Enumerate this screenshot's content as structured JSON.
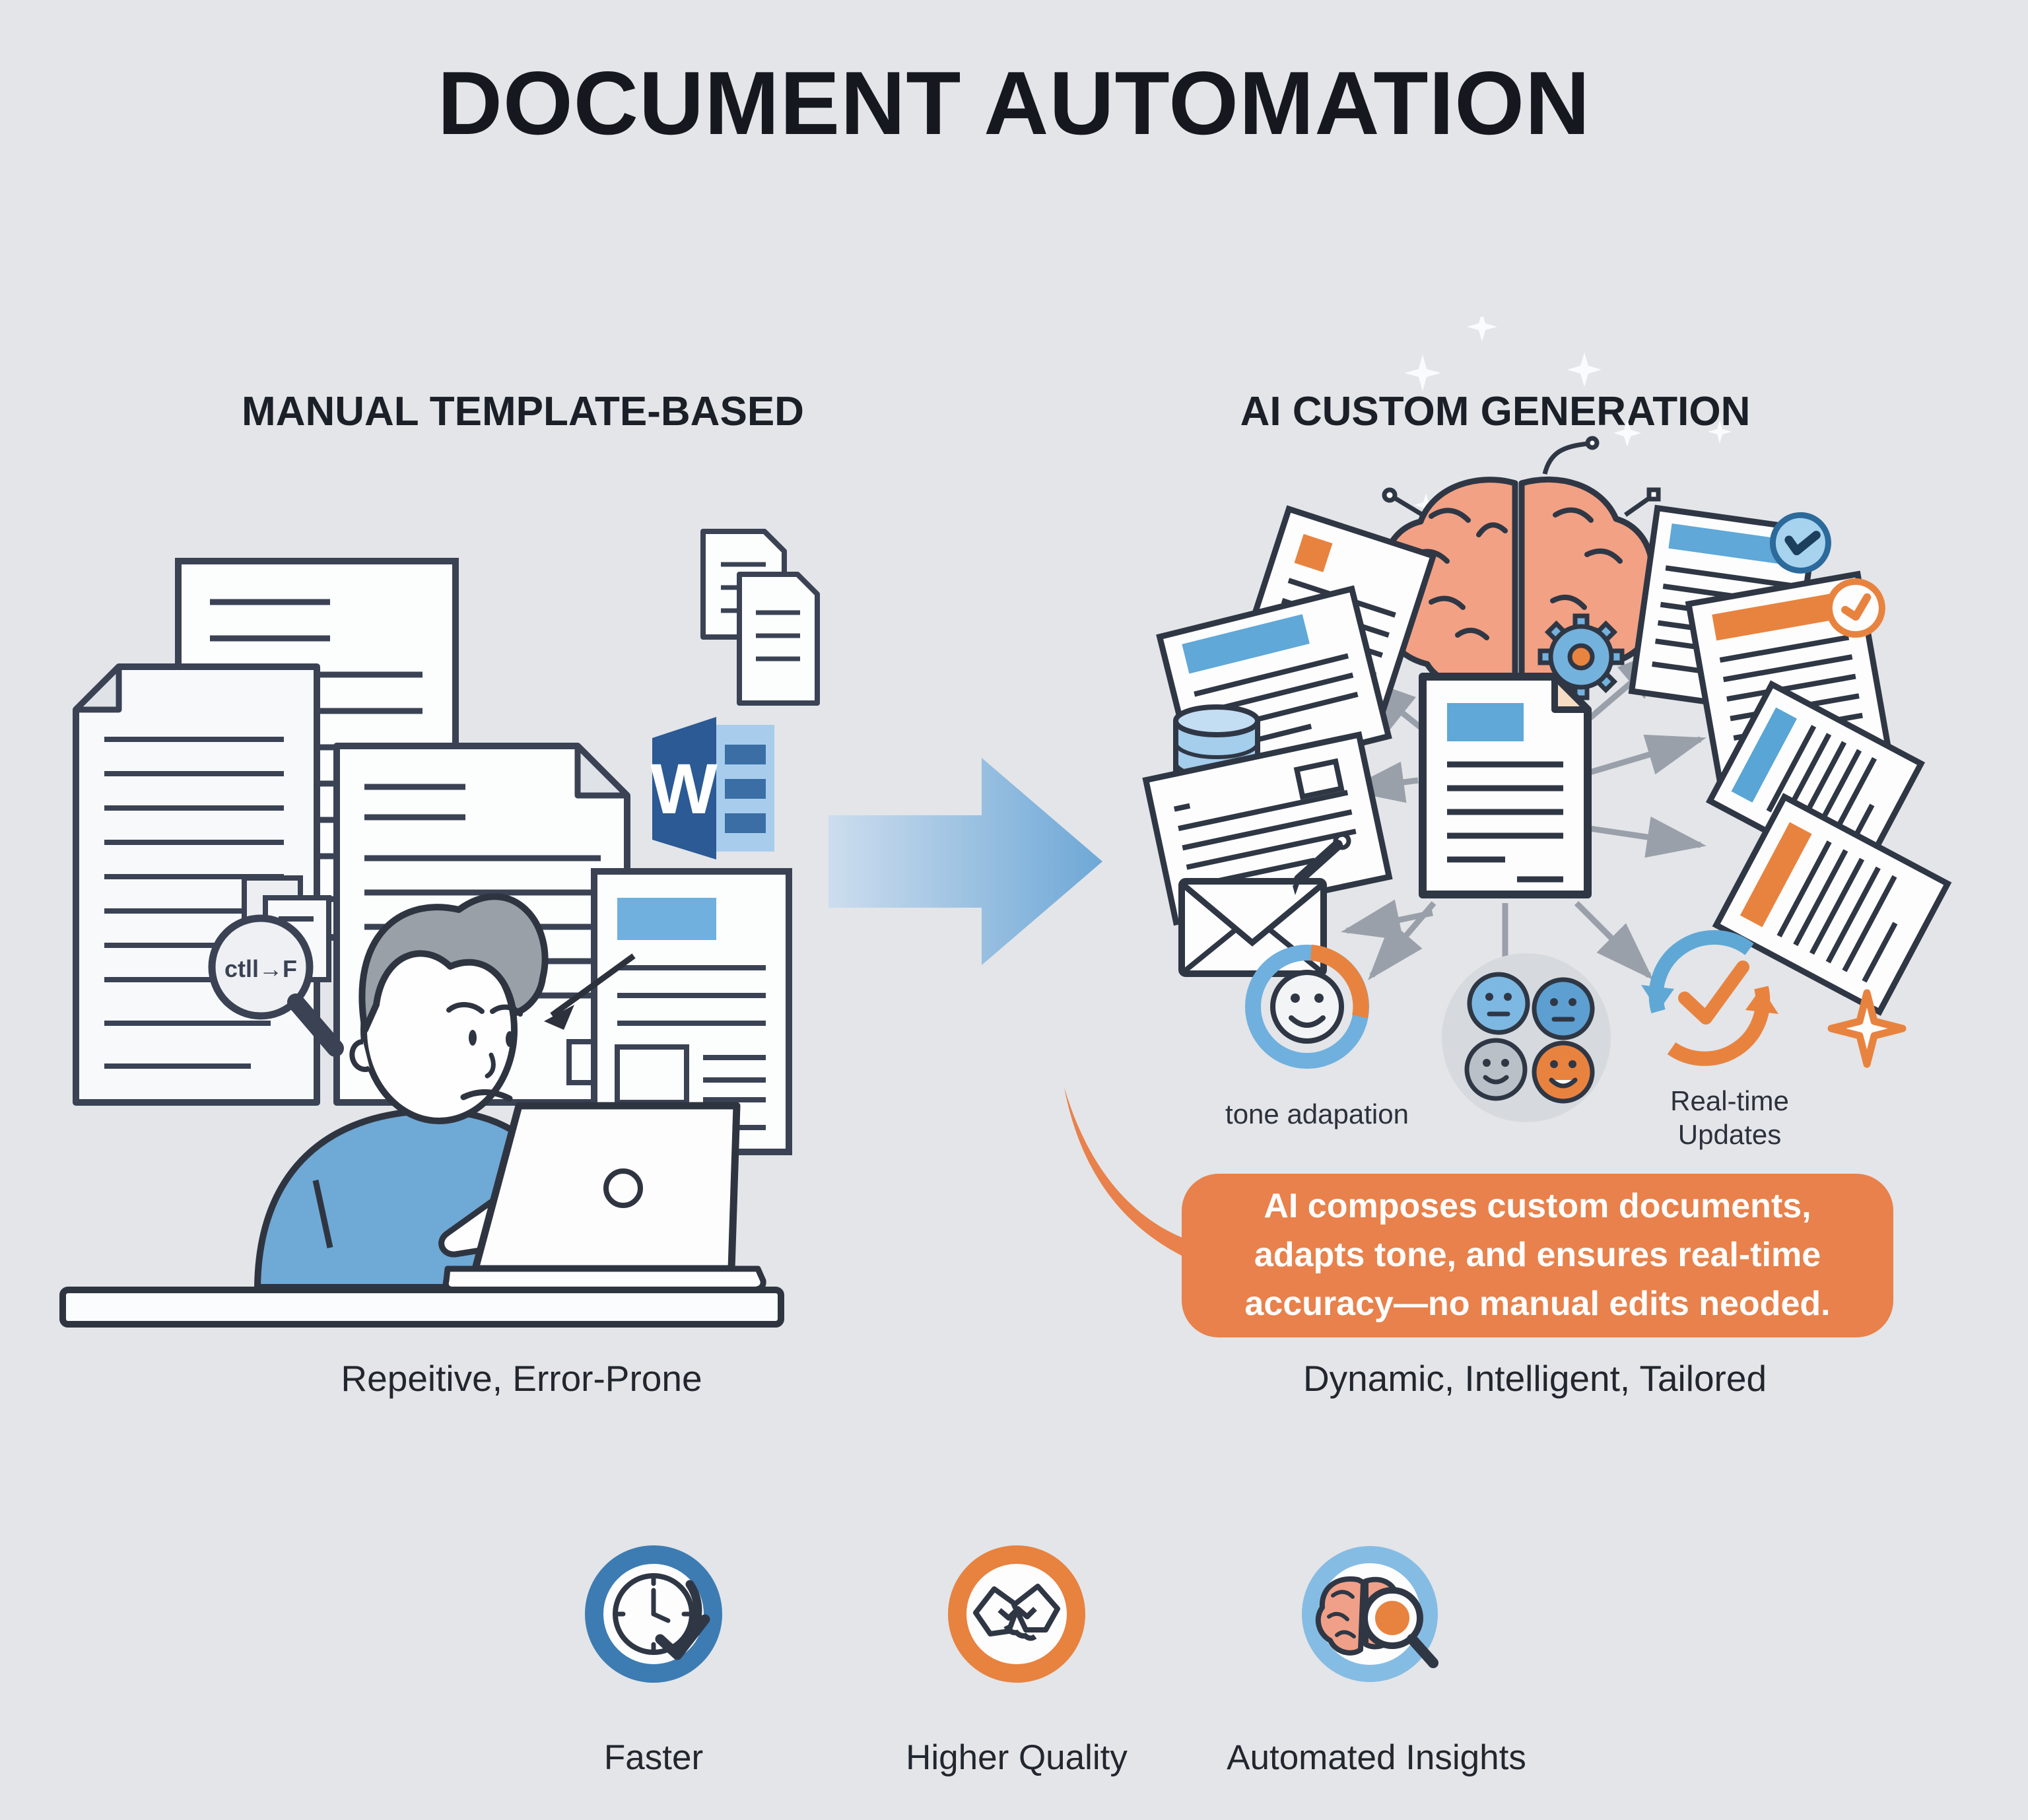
{
  "title": "DOCUMENT AUTOMATION",
  "left_section": {
    "heading": "MANUAL TEMPLATE-BASED",
    "caption": "Repeitive, Error-Prone",
    "word_icon_letter": "W",
    "search_shortcut": "ctll→F"
  },
  "right_section": {
    "heading": "AI CUSTOM GENERATION",
    "caption": "Dynamic, Intelligent, Tailored",
    "labels": {
      "tone": "tone adapation",
      "realtime_line1": "Real-time",
      "realtime_line2": "Updates"
    },
    "callout_line1": "AI composes custom documents,",
    "callout_line2": "adapts tone, and ensures real-time",
    "callout_line3": "accuracy—no manual edits neoded."
  },
  "benefits": {
    "items": [
      {
        "label": "Faster",
        "icon": "clock-icon"
      },
      {
        "label": "Higher Quality",
        "icon": "handshake-icon"
      },
      {
        "label": "Automated Insights",
        "icon": "brain-magnifier-icon"
      }
    ]
  },
  "colors": {
    "background": "#e3e5e8",
    "ink": "#2f3745",
    "accent_blue": "#5fa8d8",
    "accent_orange": "#e8823f",
    "callout_orange": "#e8814b",
    "arrow_gray": "#9aa0aa",
    "word_blue": "#2b5a94"
  }
}
